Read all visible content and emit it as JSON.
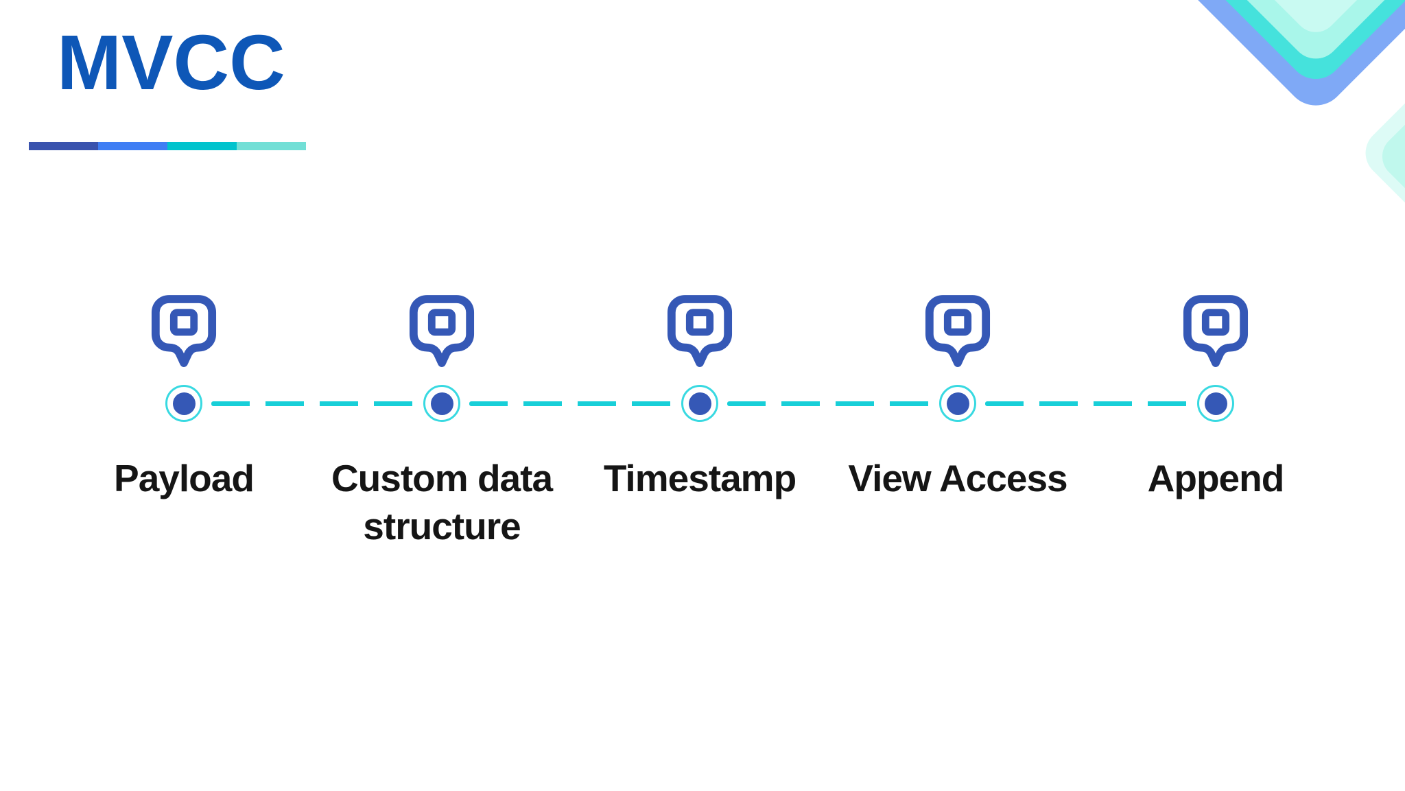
{
  "slide": {
    "title": "MVCC",
    "title_color": "#0e57b7",
    "background_color": "#ffffff"
  },
  "accent_bar": {
    "segment_colors": [
      "#3a53ae",
      "#3f7ef4",
      "#00c3cd",
      "#72dfd6"
    ]
  },
  "timeline": {
    "stations": [
      {
        "label": "Payload",
        "icon": "map-pin-icon"
      },
      {
        "label": "Custom data structure",
        "icon": "map-pin-icon"
      },
      {
        "label": "Timestamp",
        "icon": "map-pin-icon"
      },
      {
        "label": "View Access",
        "icon": "map-pin-icon"
      },
      {
        "label": "Append",
        "icon": "map-pin-icon"
      }
    ],
    "colors": {
      "pin": "#3558b6",
      "node_dot": "#3558b6",
      "node_ring": "#38d9e1",
      "connector_dash": "#18cfd8",
      "label_text": "#151515"
    }
  },
  "decoration": {
    "corner_diamond_colors": [
      "#7fa9f6",
      "#45e2dc",
      "#a9f6ea",
      "#c9faf2"
    ],
    "edge_diamond_colors": [
      "#ddfbf6",
      "#c0f8ed"
    ]
  }
}
